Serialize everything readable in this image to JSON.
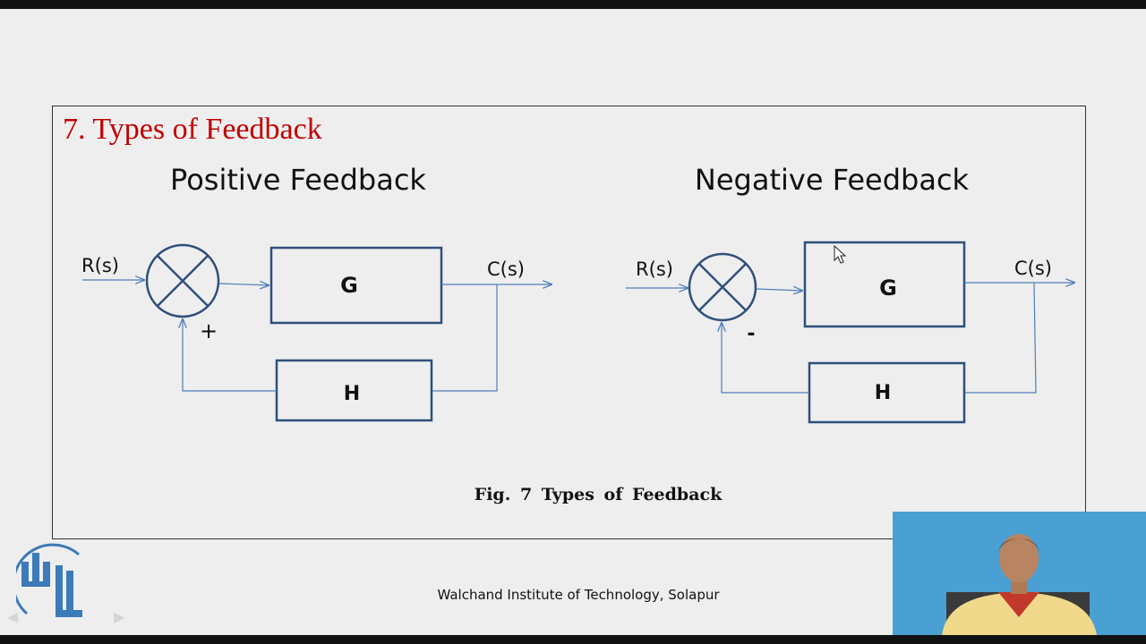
{
  "slide": {
    "title": "7. Types of Feedback",
    "caption": "Fig. 7  Types of  Feedback",
    "footer": "Walchand Institute of Technology, Solapur"
  },
  "positive": {
    "heading": "Positive Feedback",
    "input": "R(s)",
    "output": "C(s)",
    "forward_block": "G",
    "feedback_block": "H",
    "sign": "+"
  },
  "negative": {
    "heading": "Negative Feedback",
    "input": "R(s)",
    "output": "C(s)",
    "forward_block": "G",
    "feedback_block": "H",
    "sign": "-"
  },
  "colors": {
    "title": "#c00000",
    "block_stroke": "#2f4f7a",
    "line": "#4f7fb8",
    "presenter_bg": "#4a9fd3"
  }
}
